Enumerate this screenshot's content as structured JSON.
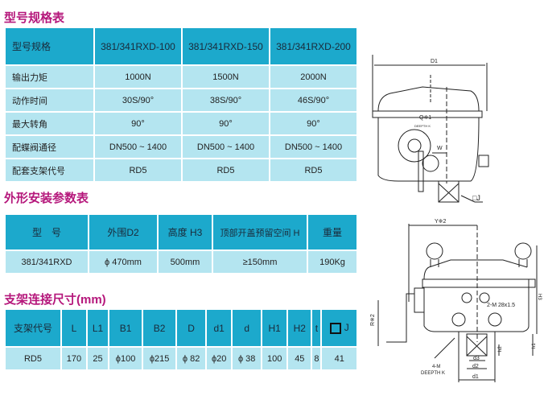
{
  "spec_table": {
    "title": "型号规格表",
    "header": [
      "型号规格",
      "381/341RXD-100",
      "381/341RXD-150",
      "381/341RXD-200"
    ],
    "rows": [
      [
        "输出力矩",
        "1000N",
        "1500N",
        "2000N"
      ],
      [
        "动作时间",
        "30S/90°",
        "38S/90°",
        "46S/90°"
      ],
      [
        "最大转角",
        "90°",
        "90°",
        "90°"
      ],
      [
        "配蝶阀通径",
        "DN500 ~ 1400",
        "DN500 ~ 1400",
        "DN500 ~ 1400"
      ],
      [
        "配套支架代号",
        "RD5",
        "RD5",
        "RD5"
      ]
    ]
  },
  "install_table": {
    "title": "外形安装参数表",
    "header": [
      "型　号",
      "外围D2",
      "高度 H3",
      "顶部开盖预留空间 H",
      "重量"
    ],
    "row": [
      "381/341RXD",
      "ϕ 470mm",
      "500mm",
      "≥150mm",
      "190Kg"
    ]
  },
  "bracket_table": {
    "title": "支架连接尺寸(mm)",
    "header": [
      "支架代号",
      "L",
      "L1",
      "B1",
      "B2",
      "D",
      "d1",
      "d",
      "H1",
      "H2",
      "t",
      "J"
    ],
    "row": [
      "RD5",
      "170",
      "25",
      "ϕ100",
      "ϕ215",
      "ϕ 82",
      "ϕ20",
      "ϕ 38",
      "100",
      "45",
      "8",
      "41"
    ]
  },
  "drawing_top": {
    "labels": [
      "D1",
      "Q※1",
      "DEEPTH K",
      "W",
      "□J"
    ]
  },
  "drawing_bottom": {
    "labels": [
      "Y※2",
      "2-M 28x1.5",
      "R※2",
      "H3",
      "4-M",
      "DEEPTH K",
      "h1",
      "h2",
      "d3",
      "d2",
      "d1"
    ]
  },
  "colors": {
    "title": "#b5177b",
    "header": "#1ca9cc",
    "cell": "#b4e5f0"
  }
}
